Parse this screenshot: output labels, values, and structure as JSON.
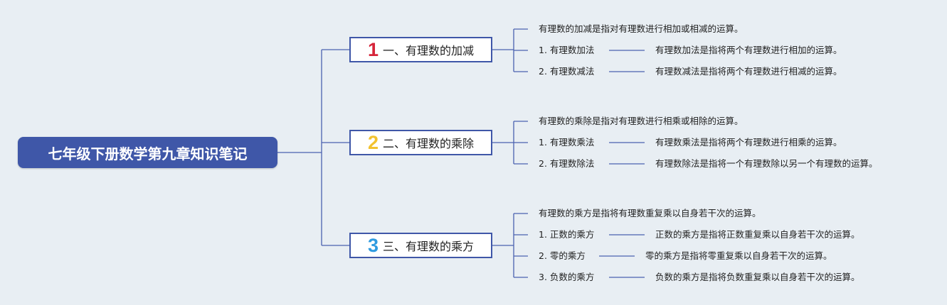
{
  "root": {
    "title": "七年级下册数学第九章知识笔记"
  },
  "branches": [
    {
      "number": "1",
      "number_color": "#d6253a",
      "title": "一、有理数的加减",
      "summary": "有理数的加减是指对有理数进行相加或相减的运算。",
      "items": [
        {
          "label": "1. 有理数加法",
          "desc": "有理数加法是指将两个有理数进行相加的运算。"
        },
        {
          "label": "2. 有理数减法",
          "desc": "有理数减法是指将两个有理数进行相减的运算。"
        }
      ]
    },
    {
      "number": "2",
      "number_color": "#f2c230",
      "title": "二、有理数的乘除",
      "summary": "有理数的乘除是指对有理数进行相乘或相除的运算。",
      "items": [
        {
          "label": "1. 有理数乘法",
          "desc": "有理数乘法是指将两个有理数进行相乘的运算。"
        },
        {
          "label": "2. 有理数除法",
          "desc": "有理数除法是指将一个有理数除以另一个有理数的运算。"
        }
      ]
    },
    {
      "number": "3",
      "number_color": "#2f9be0",
      "title": "三、有理数的乘方",
      "summary": "有理数的乘方是指将有理数重复乘以自身若干次的运算。",
      "items": [
        {
          "label": "1. 正数的乘方",
          "desc": "正数的乘方是指将正数重复乘以自身若干次的运算。"
        },
        {
          "label": "2. 零的乘方",
          "desc": "零的乘方是指将零重复乘以自身若干次的运算。"
        },
        {
          "label": "3. 负数的乘方",
          "desc": "负数的乘方是指将负数重复乘以自身若干次的运算。"
        }
      ]
    }
  ],
  "colors": {
    "root_fill": "#3f57a8",
    "connector": "#4a62b0",
    "background": "#e8eef3"
  }
}
